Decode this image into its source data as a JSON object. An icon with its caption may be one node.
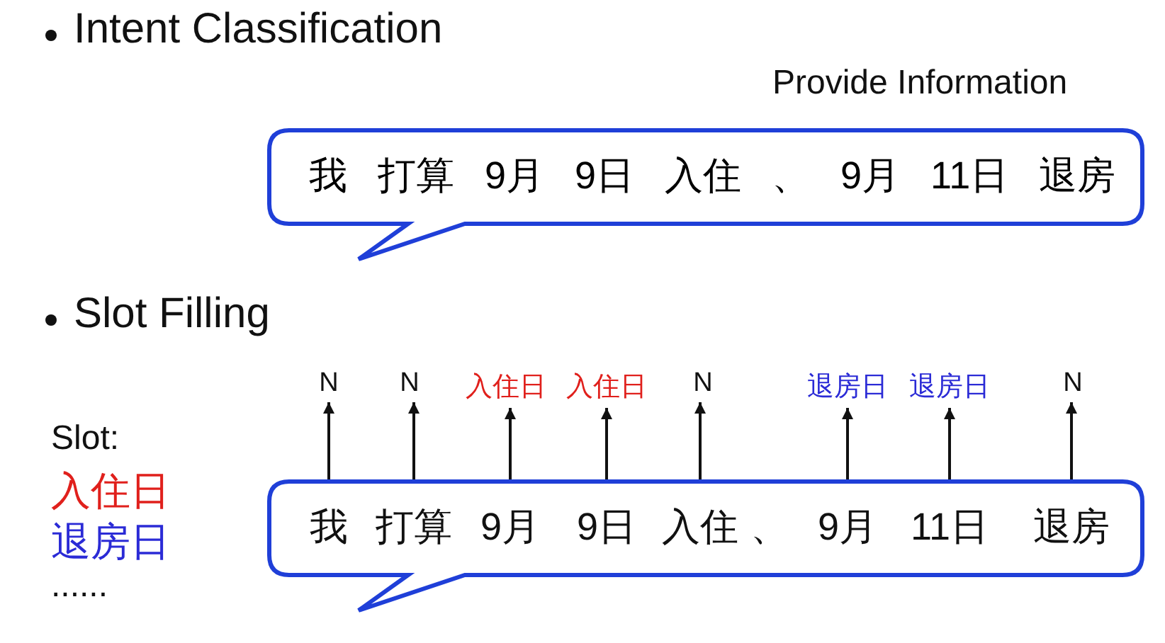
{
  "diagram": {
    "nodes": [
      {
        "text": [
          "我 打算 9月 9日 入住 、 9月 11日 退房"
        ]
      },
      {
        "text": [],
        "shape": "bubble"
      },
      {
        "text": [
          "我"
        ],
        "in": 1
      },
      {
        "text": [
          "打算"
        ],
        "in": 1
      },
      {
        "text": [
          "9月"
        ],
        "in": 1
      },
      {
        "text": [
          "9日"
        ],
        "in": 1
      },
      {
        "text": [
          "入住"
        ],
        "in": 1
      },
      {
        "text": [
          "、"
        ],
        "in": 1
      },
      {
        "text": [
          "9月"
        ],
        "in": 1
      },
      {
        "text": [
          "11日"
        ],
        "in": 1
      },
      {
        "text": [
          "退房"
        ],
        "in": 1
      },
      {
        "text": [
          "N"
        ]
      },
      {
        "text": [
          "N"
        ]
      },
      {
        "text": [
          "入住日"
        ]
      },
      {
        "text": [
          "入住日"
        ]
      },
      {
        "text": [
          "N"
        ]
      },
      {
        "text": [
          "退房日"
        ]
      },
      {
        "text": [
          "退房日"
        ]
      },
      {
        "text": [
          "N"
        ]
      }
    ],
    "edges": [
      {
        "from": 2,
        "to": 11,
        "arrow": "to"
      },
      {
        "from": 3,
        "to": 12,
        "arrow": "to"
      },
      {
        "from": 4,
        "to": 13,
        "arrow": "to"
      },
      {
        "from": 5,
        "to": 14,
        "arrow": "to"
      },
      {
        "from": 6,
        "to": 15,
        "arrow": "to"
      },
      {
        "from": 8,
        "to": 16,
        "arrow": "to"
      },
      {
        "from": 9,
        "to": 17,
        "arrow": "to"
      },
      {
        "from": 10,
        "to": 18,
        "arrow": "to"
      }
    ],
    "labels": [
      "Intent Classification",
      "Provide Information",
      "Slot Filling",
      "Slot:",
      "入住日",
      "退房日",
      "......"
    ]
  }
}
